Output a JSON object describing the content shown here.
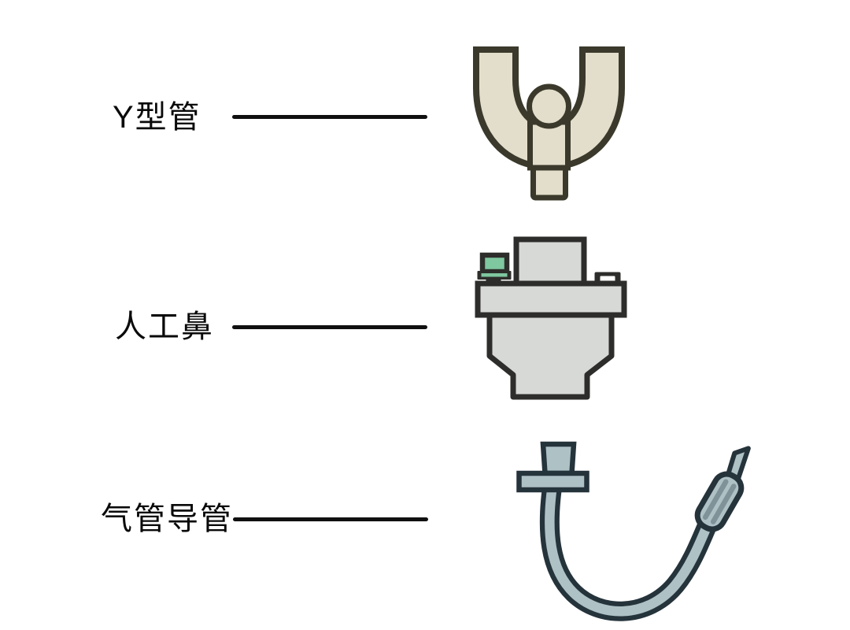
{
  "figure": {
    "items": [
      {
        "label": "Y型管"
      },
      {
        "label": "人工鼻"
      },
      {
        "label": "气管导管"
      }
    ]
  },
  "colors": {
    "background": "#ffffff",
    "label_text": "#0a0a0a",
    "pointer_line": "#101010",
    "y_tube_fill": "#e3decb",
    "y_tube_outline": "#3b392b",
    "nose_fill": "#d7d9d6",
    "nose_outline": "#2d2d2b",
    "nose_port_green": "#7ec79f",
    "nose_port_slot": "#ffffff",
    "tube_fill": "#aec1c5",
    "tube_outline": "#25333b",
    "cuff_stripe": "#7e9298"
  }
}
